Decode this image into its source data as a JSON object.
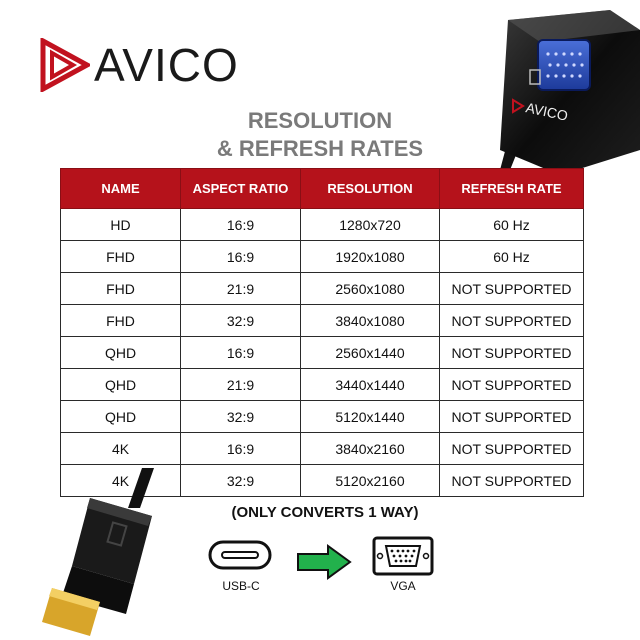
{
  "brand": {
    "name": "AVICO"
  },
  "adapter": {
    "brand_label": "AVICO"
  },
  "title": {
    "line1": "RESOLUTION",
    "line2": "& REFRESH RATES"
  },
  "table": {
    "headers": [
      "NAME",
      "ASPECT RATIO",
      "RESOLUTION",
      "REFRESH RATE"
    ],
    "rows": [
      [
        "HD",
        "16:9",
        "1280x720",
        "60 Hz"
      ],
      [
        "FHD",
        "16:9",
        "1920x1080",
        "60 Hz"
      ],
      [
        "FHD",
        "21:9",
        "2560x1080",
        "NOT SUPPORTED"
      ],
      [
        "FHD",
        "32:9",
        "3840x1080",
        "NOT SUPPORTED"
      ],
      [
        "QHD",
        "16:9",
        "2560x1440",
        "NOT SUPPORTED"
      ],
      [
        "QHD",
        "21:9",
        "3440x1440",
        "NOT SUPPORTED"
      ],
      [
        "QHD",
        "32:9",
        "5120x1440",
        "NOT SUPPORTED"
      ],
      [
        "4K",
        "16:9",
        "3840x2160",
        "NOT SUPPORTED"
      ],
      [
        "4K",
        "32:9",
        "5120x2160",
        "NOT SUPPORTED"
      ]
    ]
  },
  "footer": {
    "note": "(ONLY CONVERTS 1 WAY)",
    "from_label": "USB-C",
    "to_label": "VGA"
  },
  "colors": {
    "header_bg": "#b5121b",
    "title_gray": "#7a7a7a",
    "arrow_green": "#22b14c",
    "logo_red": "#c1121f"
  },
  "icons": [
    "avico-logo-icon",
    "usb-c-port-icon",
    "right-arrow-icon",
    "vga-port-icon"
  ]
}
